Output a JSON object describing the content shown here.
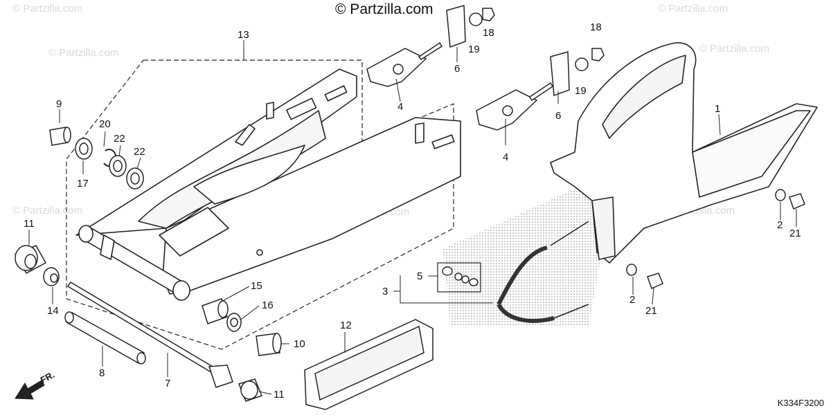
{
  "header": {
    "brand": "© Partzilla.com"
  },
  "watermarks": [
    "© Partzilla.com",
    "© Partzilla.com",
    "© Partzilla.com",
    "© Partzilla.com",
    "© Partzilla.com",
    "© Partzilla.com",
    "© Partzilla.com"
  ],
  "direction": {
    "label": "FR."
  },
  "diagram_code": "K334F3200",
  "callouts": [
    "1",
    "2",
    "2",
    "3",
    "4",
    "4",
    "5",
    "6",
    "6",
    "7",
    "8",
    "9",
    "10",
    "11",
    "11",
    "12",
    "13",
    "14",
    "15",
    "16",
    "17",
    "18",
    "18",
    "19",
    "19",
    "20",
    "21",
    "21",
    "22",
    "22"
  ]
}
